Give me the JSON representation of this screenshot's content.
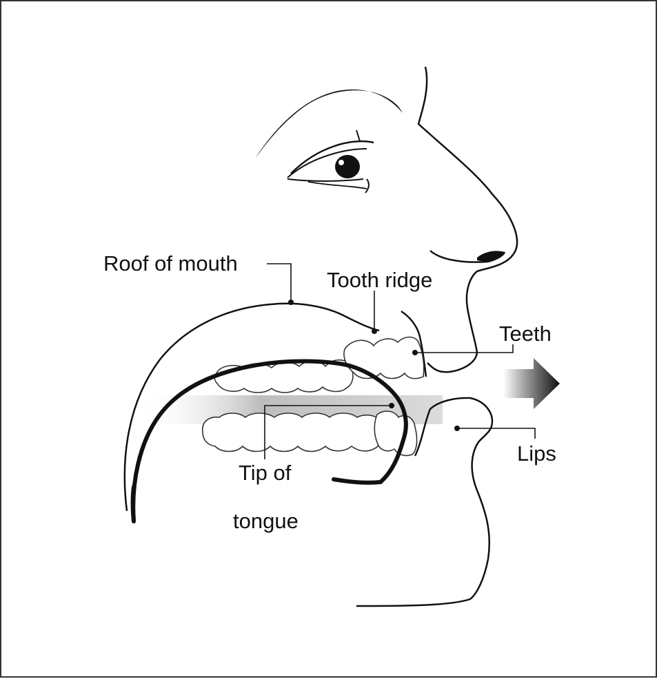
{
  "diagram": {
    "labels": {
      "roof_of_mouth": "Roof of mouth",
      "tooth_ridge": "Tooth ridge",
      "teeth": "Teeth",
      "tip_of_tongue_line1": "Tip of",
      "tip_of_tongue_line2": "tongue",
      "lips": "Lips"
    },
    "colors": {
      "line": "#111111",
      "tongue": "#111111",
      "frame": "#333333",
      "airflow_arrow": "#222222"
    },
    "icons": {
      "airflow": "arrow-right-icon"
    }
  }
}
